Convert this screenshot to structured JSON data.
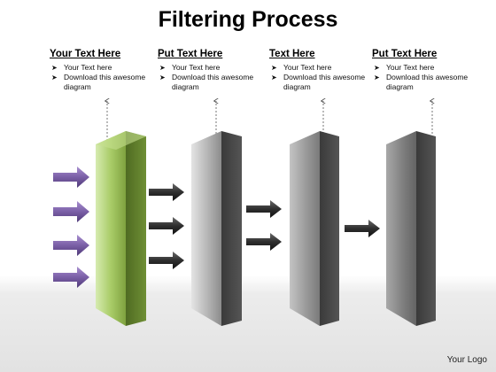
{
  "title": "Filtering Process",
  "columns": [
    {
      "heading": "Your Text Here",
      "bullets": [
        "Your Text here",
        "Download this awesome diagram"
      ]
    },
    {
      "heading": "Put Text Here",
      "bullets": [
        "Your Text here",
        "Download this awesome diagram"
      ]
    },
    {
      "heading": "Text Here",
      "bullets": [
        "Your Text here",
        "Download this awesome diagram"
      ]
    },
    {
      "heading": "Put Text Here",
      "bullets": [
        "Your Text here",
        "Download this awesome diagram"
      ]
    }
  ],
  "logo": "Your Logo",
  "colors": {
    "input_arrow": "#7a5fa6",
    "flow_arrow": "#333333",
    "filter_1": "#9cbf57",
    "filter_grey": "#8a8a8a"
  },
  "icons": [
    "chevron-bullet-icon",
    "right-arrow-icon",
    "dashed-up-arrow-icon"
  ]
}
